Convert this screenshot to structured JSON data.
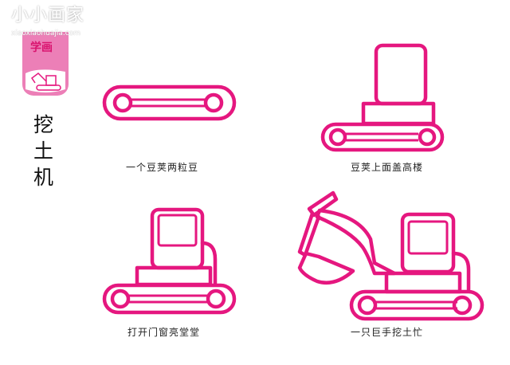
{
  "logo": {
    "brand": "小小画家",
    "url": "xiaoxiaohuajia.com",
    "badge": "学画"
  },
  "title": "挖土机",
  "steps": [
    {
      "caption": "一个豆荚两粒豆"
    },
    {
      "caption": "豆荚上面盖高楼"
    },
    {
      "caption": "打开门窗亮堂堂"
    },
    {
      "caption": "一只巨手挖土忙"
    }
  ],
  "colors": {
    "stroke": "#e5177f",
    "logo_bg": "#ec7fb7"
  }
}
